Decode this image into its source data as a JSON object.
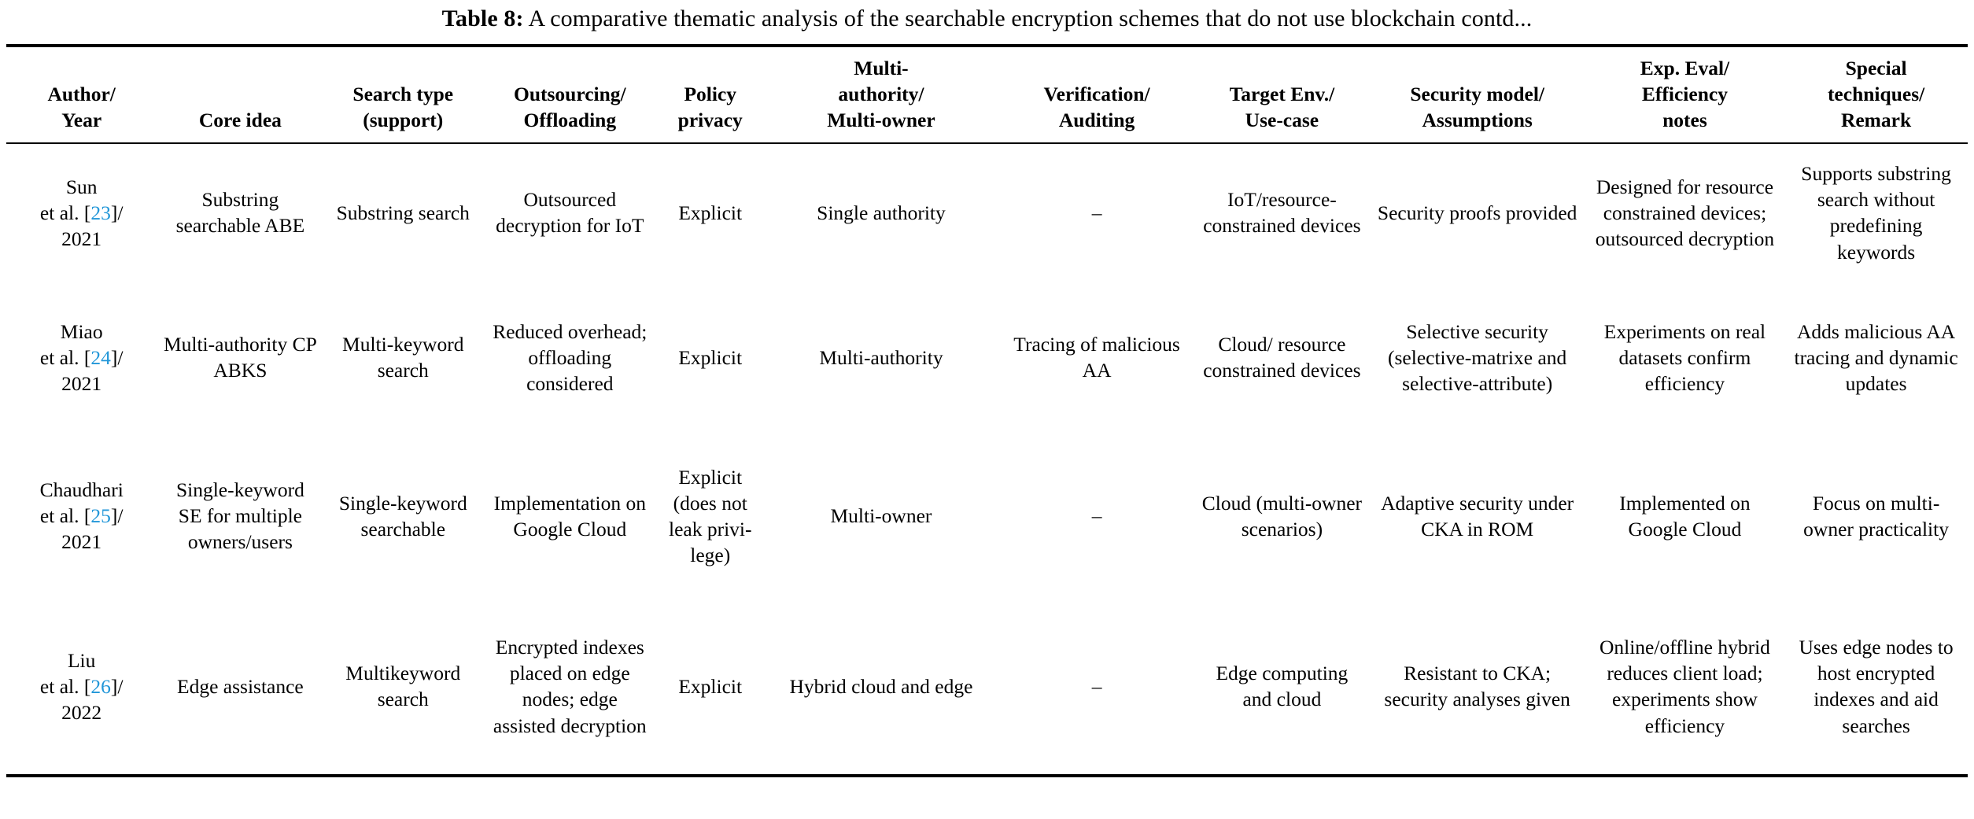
{
  "caption": {
    "label": "Table 8:",
    "text": "A comparative thematic analysis of the searchable encryption schemes that do not use blockchain contd..."
  },
  "colors": {
    "reference_link": "#2196d8",
    "rule": "#000000",
    "text": "#000000",
    "background": "#ffffff"
  },
  "table": {
    "headers": [
      {
        "line1": "Author/",
        "line2": "Year",
        "line3": ""
      },
      {
        "line1": "Core idea",
        "line2": "",
        "line3": ""
      },
      {
        "line1": "Search type",
        "line2": "(support)",
        "line3": ""
      },
      {
        "line1": "Outsourcing/",
        "line2": "Offloading",
        "line3": ""
      },
      {
        "line1": "Policy",
        "line2": "privacy",
        "line3": ""
      },
      {
        "line1": "Multi-",
        "line2": "authority/",
        "line3": "Multi-owner"
      },
      {
        "line1": "Verification/",
        "line2": "Auditing",
        "line3": ""
      },
      {
        "line1": "Target Env./",
        "line2": "Use-case",
        "line3": ""
      },
      {
        "line1": "Security model/",
        "line2": "Assumptions",
        "line3": ""
      },
      {
        "line1": "Exp. Eval/",
        "line2": "Efficiency",
        "line3": "notes"
      },
      {
        "line1": "Special",
        "line2": "techniques/",
        "line3": "Remark"
      }
    ],
    "rows": [
      {
        "author_name": "Sun",
        "author_prefix": "et al. [",
        "author_ref": "23",
        "author_suffix": "]/",
        "author_year": "2021",
        "core_idea": "Substring searchable ABE",
        "search_type": "Substring search",
        "outsourcing": "Outsourced decryption for IoT",
        "policy_privacy": "Explicit",
        "multi_authority": "Single authority",
        "verification": "–",
        "target_env": "IoT/resource-constrained devices",
        "security_model": "Security proofs provided",
        "exp_eval": "Designed for resource constrained devices; outsourced decryption",
        "special": "Supports substring search without predefining keywords"
      },
      {
        "author_name": "Miao",
        "author_prefix": "et al. [",
        "author_ref": "24",
        "author_suffix": "]/",
        "author_year": "2021",
        "core_idea": "Multi-authority CP ABKS",
        "search_type": "Multi-keyword search",
        "outsourcing": "Reduced overhead; offloading considered",
        "policy_privacy": "Explicit",
        "multi_authority": "Multi-authority",
        "verification": "Tracing of malicious AA",
        "target_env": "Cloud/ resource constrained devices",
        "security_model": "Selective security (selective-matrixe and selective-attribute)",
        "exp_eval": "Experiments on real datasets confirm efficiency",
        "special": "Adds malicious AA tracing and dynamic updates"
      },
      {
        "author_name": "Chaudhari",
        "author_prefix": "et al. [",
        "author_ref": "25",
        "author_suffix": "]/",
        "author_year": "2021",
        "core_idea": "Single-keyword SE for multiple owners/users",
        "search_type": "Single-keyword searchable",
        "outsourcing": "Implementation on Google Cloud",
        "policy_privacy": "Explicit (does not leak privi-lege)",
        "multi_authority": "Multi-owner",
        "verification": "–",
        "target_env": "Cloud (multi-owner scenarios)",
        "security_model": "Adaptive security under CKA in ROM",
        "exp_eval": "Implemented on Google Cloud",
        "special": "Focus on multi-owner practicality"
      },
      {
        "author_name": "Liu",
        "author_prefix": "et al. [",
        "author_ref": "26",
        "author_suffix": "]/",
        "author_year": "2022",
        "core_idea": "Edge assistance",
        "search_type": "Multikeyword search",
        "outsourcing": "Encrypted indexes placed on edge nodes; edge assisted decryption",
        "policy_privacy": "Explicit",
        "multi_authority": "Hybrid cloud and edge",
        "verification": "–",
        "target_env": "Edge computing and cloud",
        "security_model": "Resistant to CKA; security analyses given",
        "exp_eval": "Online/offline hybrid reduces client load; experiments show efficiency",
        "special": "Uses edge nodes to host encrypted indexes and aid searches"
      }
    ]
  }
}
